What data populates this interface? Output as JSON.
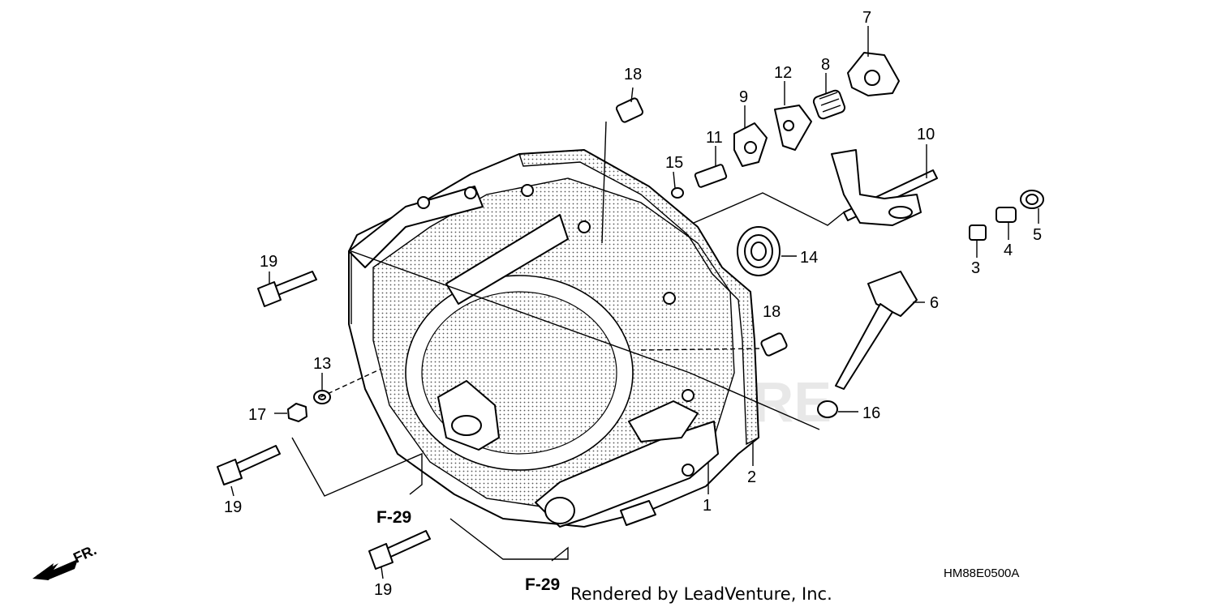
{
  "diagram": {
    "drawing_code": "HM88E0500A",
    "credit": "Rendered by LeadVenture, Inc.",
    "watermark": "LEADVENTURE",
    "front_arrow_label": "FR.",
    "callouts": {
      "c1": "1",
      "c2": "2",
      "c3": "3",
      "c4": "4",
      "c5": "5",
      "c6": "6",
      "c7": "7",
      "c8": "8",
      "c9": "9",
      "c10": "10",
      "c11": "11",
      "c12": "12",
      "c13": "13",
      "c14": "14",
      "c15": "15",
      "c16": "16",
      "c17": "17",
      "c18a": "18",
      "c18b": "18",
      "c19a": "19",
      "c19b": "19",
      "c19c": "19"
    },
    "refs": {
      "f29a": "F-29",
      "f29b": "F-29"
    }
  }
}
